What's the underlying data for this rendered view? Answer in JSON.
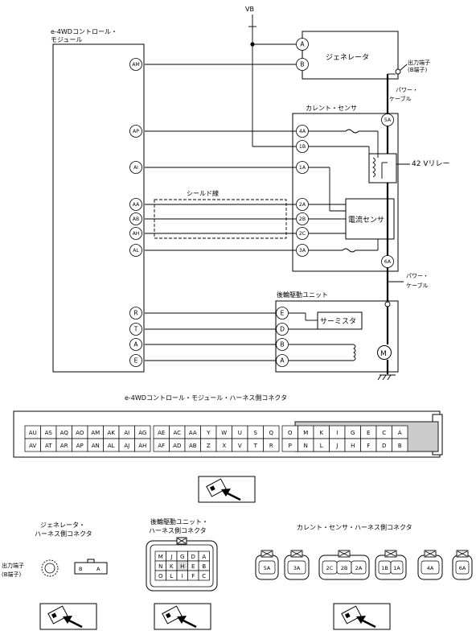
{
  "labels": {
    "vb": "VB",
    "module_line1": "e-4WDコントロール・",
    "module_line2": "モジュール",
    "generator": "ジェネレータ",
    "out_term_1": "出力端子",
    "out_term_2": "(B端子)",
    "power_cable_1a": "パワー・",
    "power_cable_1b": "ケーブル",
    "current_sensor_unit": "カレント・センサ",
    "relay": "42 Vリレー",
    "shield": "シールド線",
    "current_sensor": "電流センサ",
    "power_cable_2a": "パワー・",
    "power_cable_2b": "ケーブル",
    "rear_unit": "後輪駆動ユニット",
    "thermistor": "サーミスタ",
    "motor": "M",
    "harness_title": "e-4WDコントロール・モジュール・ハーネス側コネクタ",
    "gen_conn_1": "ジェネレータ・",
    "gen_conn_2": "ハーネス側コネクタ",
    "gen_out_1": "出力端子",
    "gen_out_2": "(B端子)",
    "rear_conn_1": "後輪駆動ユニット・",
    "rear_conn_2": "ハーネス側コネクタ",
    "cs_conn": "カレント・センサ・ハーネス側コネクタ"
  },
  "module_pins": [
    "AM",
    "AP",
    "AI",
    "AA",
    "AB",
    "AH",
    "AL",
    "R",
    "T",
    "A",
    "E"
  ],
  "gen_pins": [
    "A",
    "B"
  ],
  "cs_pins": [
    "5A",
    "4A",
    "1B",
    "1A",
    "2A",
    "2B",
    "2C",
    "3A",
    "6A"
  ],
  "rear_pins": [
    "E",
    "D",
    "B",
    "A"
  ],
  "harness": {
    "row1": [
      "AU",
      "AS",
      "AQ",
      "AO",
      "AM",
      "AK",
      "AI",
      "AG",
      "AE",
      "AC",
      "AA",
      "Y",
      "W",
      "U",
      "S",
      "Q",
      "O",
      "M",
      "K",
      "I",
      "G",
      "E",
      "C",
      "A"
    ],
    "row2": [
      "AV",
      "AT",
      "AR",
      "AP",
      "AN",
      "AL",
      "AJ",
      "AH",
      "AF",
      "AD",
      "AB",
      "Z",
      "X",
      "V",
      "T",
      "R",
      "P",
      "N",
      "L",
      "J",
      "H",
      "F",
      "D",
      "B"
    ]
  },
  "gen_conn_pins": [
    "B",
    "A"
  ],
  "rear_conn_grid": {
    "row1": [
      "M",
      "J",
      "G",
      "D",
      "A"
    ],
    "row2": [
      "N",
      "K",
      "H",
      "E",
      "B"
    ],
    "row3": [
      "O",
      "L",
      "I",
      "F",
      "C"
    ]
  },
  "cs_conn_pins": {
    "c1": [
      "5A"
    ],
    "c2": [
      "3A"
    ],
    "c3": [
      "2C",
      "2B",
      "2A"
    ],
    "c4": [
      "1B",
      "1A"
    ],
    "c5": [
      "4A"
    ],
    "c6": [
      "6A"
    ]
  },
  "icons": [
    "connector-view-icon"
  ]
}
